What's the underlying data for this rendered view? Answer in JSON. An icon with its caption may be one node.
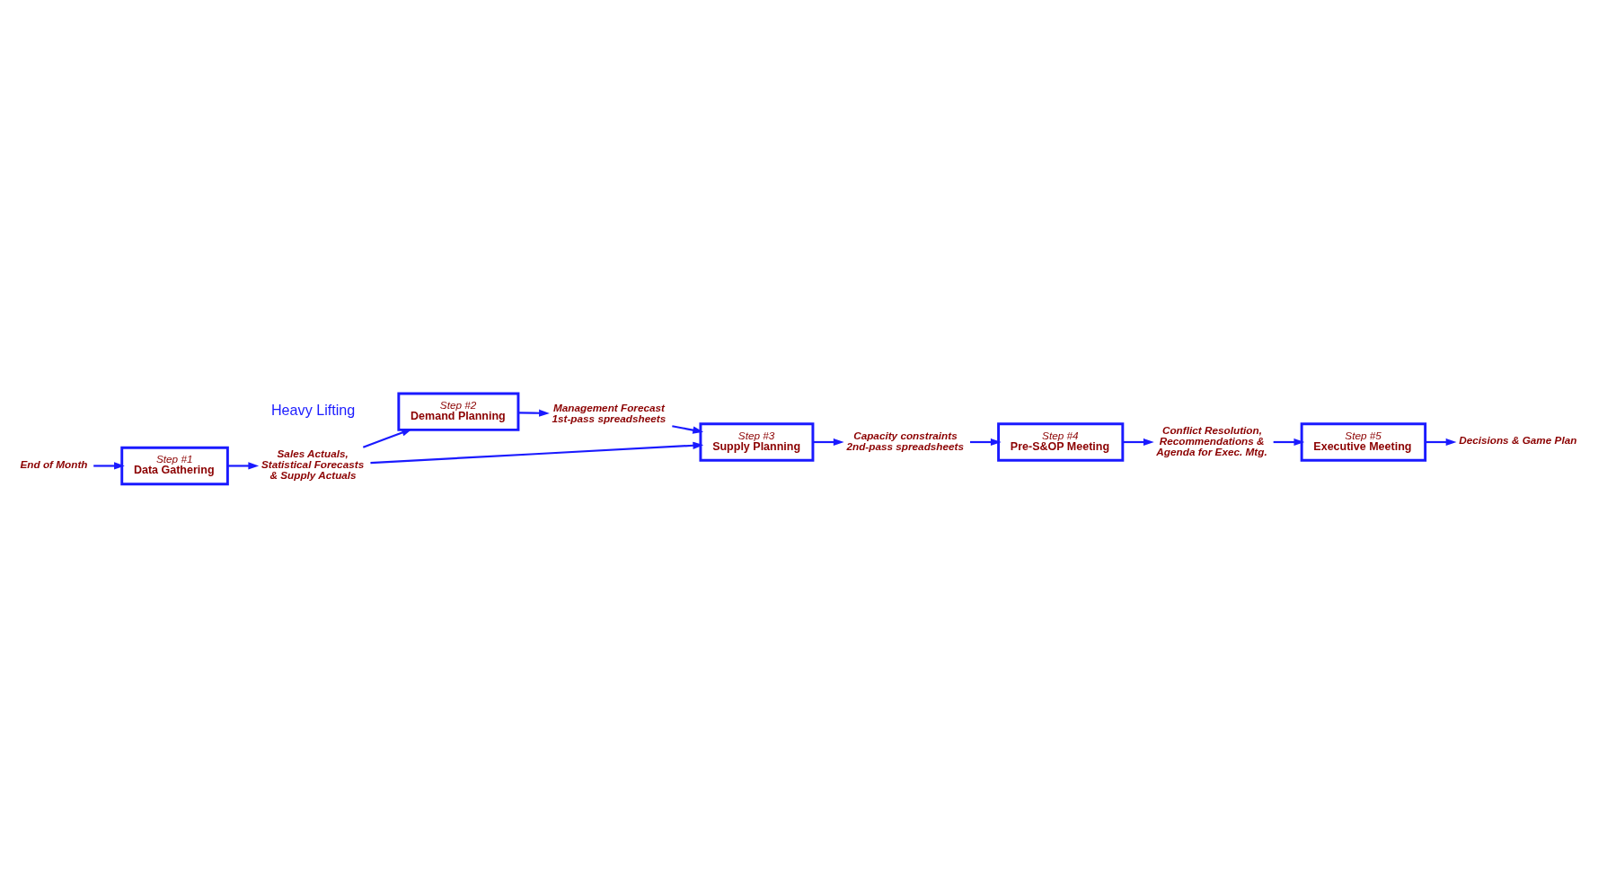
{
  "diagram": {
    "nodes": [
      {
        "text": [
          "Step #1",
          "Data Gathering"
        ]
      },
      {
        "text": [
          "Step #2",
          "Demand Planning"
        ]
      },
      {
        "text": [
          "Step #3",
          "Supply Planning"
        ]
      },
      {
        "text": [
          "Step #4",
          "Pre-S&OP Meeting"
        ]
      },
      {
        "text": [
          "Step #5",
          "Executive Meeting"
        ]
      },
      {
        "text": [
          "End of Month"
        ]
      },
      {
        "text": [
          "Sales Actuals, Statistical Forecasts & Supply Actuals"
        ]
      },
      {
        "text": [
          "Management Forecast 1st-pass spreadsheets"
        ]
      },
      {
        "text": [
          "Capacity constraints 2nd-pass spreadsheets"
        ]
      },
      {
        "text": [
          "Conflict Resolution, Recommendations & Agenda for Exec. Mtg."
        ]
      },
      {
        "text": [
          "Decisions & Game Plan"
        ]
      }
    ],
    "edges": [
      {
        "from": 5,
        "to": 0,
        "arrow": "to"
      },
      {
        "from": 0,
        "to": 6,
        "arrow": "to"
      },
      {
        "from": 6,
        "to": 1,
        "arrow": "to"
      },
      {
        "from": 6,
        "to": 2,
        "arrow": "to"
      },
      {
        "from": 1,
        "to": 7,
        "arrow": "to"
      },
      {
        "from": 7,
        "to": 2,
        "arrow": "to"
      },
      {
        "from": 2,
        "to": 8,
        "arrow": "to"
      },
      {
        "from": 8,
        "to": 3,
        "arrow": "to"
      },
      {
        "from": 3,
        "to": 9,
        "arrow": "to"
      },
      {
        "from": 9,
        "to": 4,
        "arrow": "to"
      },
      {
        "from": 4,
        "to": 10,
        "arrow": "to"
      }
    ],
    "labels": [
      "Heavy Lifting"
    ]
  }
}
